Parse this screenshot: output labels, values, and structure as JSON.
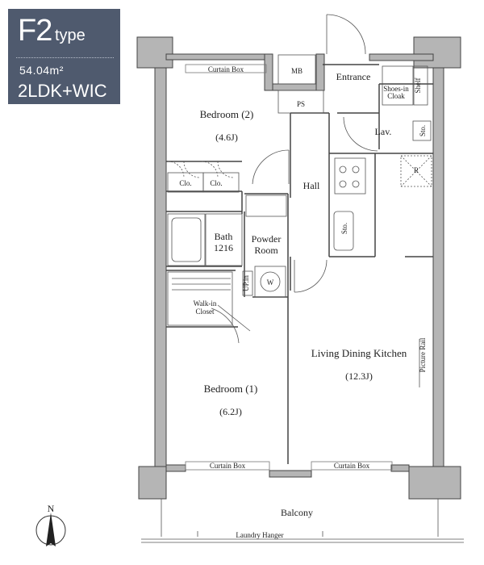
{
  "unit": {
    "type_code": "F2",
    "type_word": "type",
    "area": "54.04m²",
    "layout": "2LDK+WIC"
  },
  "rooms": {
    "bedroom2": {
      "name": "Bedroom (2)",
      "size": "(4.6J)"
    },
    "bedroom1": {
      "name": "Bedroom (1)",
      "size": "(6.2J)"
    },
    "ldk": {
      "name": "Living Dining Kitchen",
      "size": "(12.3J)"
    },
    "bath": {
      "name": "Bath",
      "size": "1216"
    },
    "powder": {
      "line1": "Powder",
      "line2": "Room"
    },
    "walkin": {
      "line1": "Walk-in",
      "line2": "Closet"
    },
    "hall": "Hall",
    "entrance": "Entrance",
    "shoes": {
      "line1": "Shoes-in",
      "line2": "Cloak"
    },
    "shelf": "Shelf",
    "lav": "Lav.",
    "balcony": "Balcony"
  },
  "fixtures": {
    "mb": "MB",
    "ps": "PS",
    "clo": "Clo.",
    "sto": "Sto.",
    "w": "W",
    "upin": "UP.in",
    "r": "R",
    "curtain_box": "Curtain Box",
    "picture_rail": "Picture Rail",
    "laundry_hanger": "Laundry Hanger"
  },
  "compass": {
    "north": "N"
  },
  "colors": {
    "badge": "#4f5a6e",
    "wall": "#b5b5b5",
    "line": "#444444"
  }
}
